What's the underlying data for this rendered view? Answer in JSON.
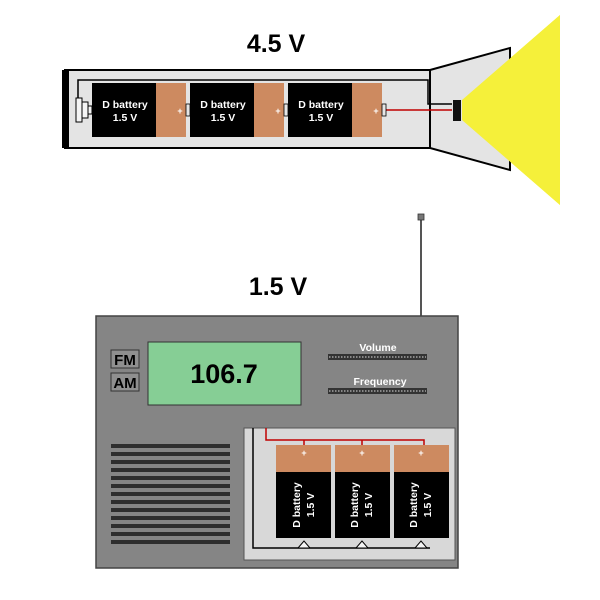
{
  "flashlight": {
    "voltage_label": "4.5 V",
    "batteries": [
      {
        "name": "D battery",
        "voltage": "1.5 V",
        "polarity": "+"
      },
      {
        "name": "D battery",
        "voltage": "1.5 V",
        "polarity": "+"
      },
      {
        "name": "D battery",
        "voltage": "1.5 V",
        "polarity": "+"
      }
    ]
  },
  "radio": {
    "voltage_label": "1.5 V",
    "band_fm": "FM",
    "band_am": "AM",
    "frequency_display": "106.7",
    "volume_label": "Volume",
    "frequency_label": "Frequency",
    "batteries": [
      {
        "name": "D battery",
        "voltage": "1.5 V",
        "polarity": "+"
      },
      {
        "name": "D battery",
        "voltage": "1.5 V",
        "polarity": "+"
      },
      {
        "name": "D battery",
        "voltage": "1.5 V",
        "polarity": "+"
      }
    ]
  },
  "colors": {
    "battery_body": "#000000",
    "battery_cap": "#cd8a60",
    "wire_positive": "#c00000",
    "light_beam": "#f5f03a",
    "display": "#86ce95",
    "radio_case": "#858585",
    "flashlight_body": "#e4e4e4"
  }
}
